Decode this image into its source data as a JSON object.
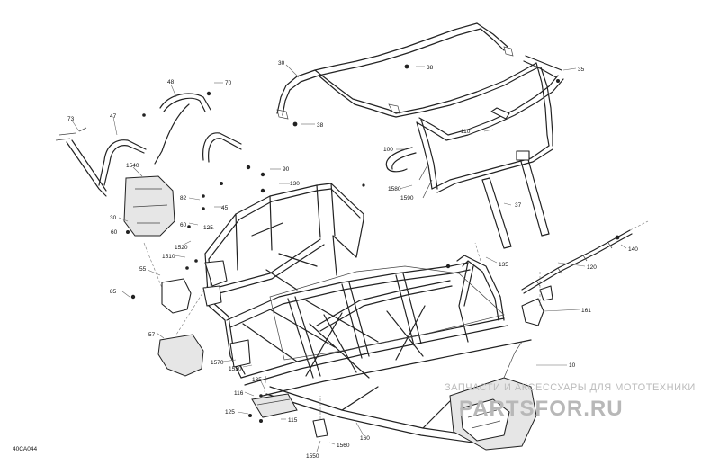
{
  "diagram_code": "40CA044",
  "watermark": {
    "line1": "ЗАПЧАСТИ И АКСЕССУАРЫ ДЛЯ МОТОТЕХНИКИ",
    "line2": "PARTSFOR.RU"
  },
  "callouts": {
    "c30a": "30",
    "c38a": "38",
    "c35": "35",
    "c38b": "38",
    "c110": "110",
    "c100": "100",
    "c1580": "1580",
    "c1590": "1590",
    "c37": "37",
    "c48": "48",
    "c70": "70",
    "c73": "73",
    "c47": "47",
    "c1540": "1540",
    "c30b": "30",
    "c60a": "60",
    "c90": "90",
    "c130": "130",
    "c82": "82",
    "c45": "45",
    "c60b": "60",
    "c125a": "125",
    "c1520": "1520",
    "c1510": "1510",
    "c135a": "135",
    "c120": "120",
    "c140": "140",
    "c55": "55",
    "c85": "85",
    "c161": "161",
    "c57": "57",
    "c1570": "1570",
    "c1530": "1530",
    "c10": "10",
    "c135b": "135",
    "c116": "116",
    "c125b": "125",
    "c115": "115",
    "c160": "160",
    "c1560": "1560",
    "c1550": "1550"
  }
}
